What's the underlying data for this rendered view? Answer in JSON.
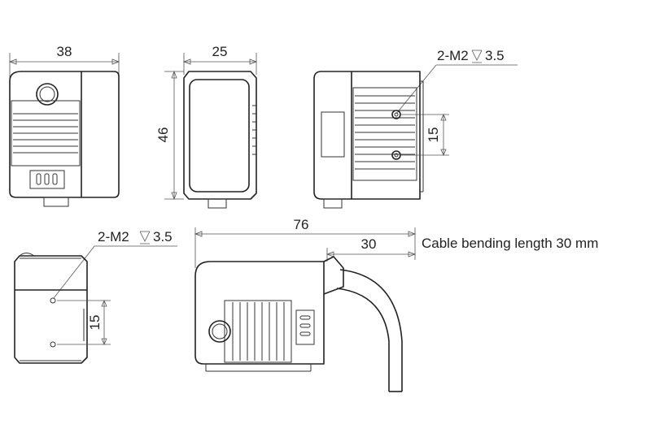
{
  "front_view": {
    "width_label": "38"
  },
  "side_view": {
    "width_label": "25",
    "height_label": "46"
  },
  "back_view": {
    "hole_callout": "2-M2",
    "hole_depth": "3.5",
    "spacing_label": "15"
  },
  "top_view": {
    "hole_callout": "2-M2",
    "hole_depth": "3.5",
    "spacing_label": "15"
  },
  "cable_view": {
    "length_label": "76",
    "bend_label": "30",
    "note": "Cable bending length 30 mm"
  }
}
